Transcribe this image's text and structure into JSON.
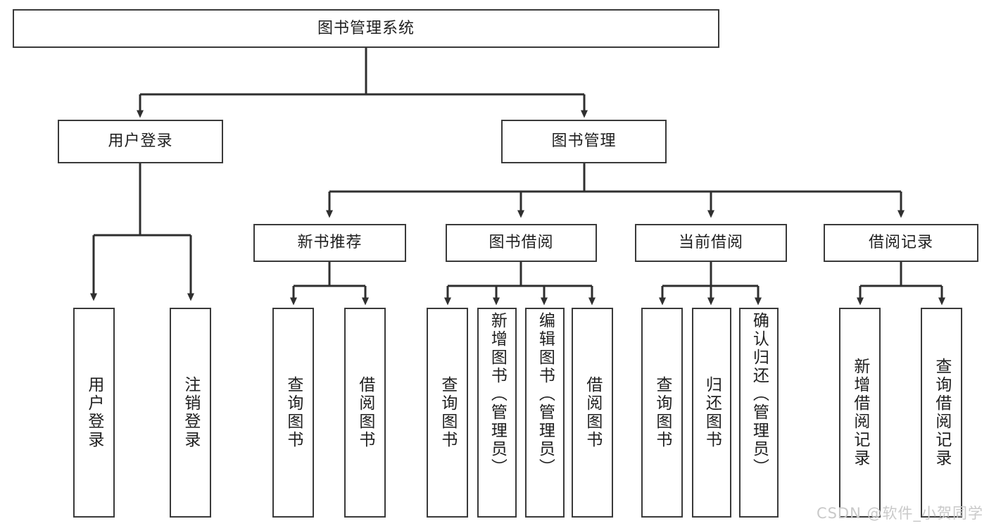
{
  "diagram": {
    "title": "图书管理系统",
    "type": "tree-hierarchy-chart",
    "root": {
      "label": "图书管理系统"
    },
    "level2": [
      {
        "label": "用户登录"
      },
      {
        "label": "图书管理"
      }
    ],
    "level3": [
      {
        "label": "新书推荐"
      },
      {
        "label": "图书借阅"
      },
      {
        "label": "当前借阅"
      },
      {
        "label": "借阅记录"
      }
    ],
    "leaves": [
      {
        "label": "用户登录"
      },
      {
        "label": "注销登录"
      },
      {
        "label": "查询图书"
      },
      {
        "label": "借阅图书"
      },
      {
        "label": "查询图书"
      },
      {
        "label": "新增图书（管理员）"
      },
      {
        "label": "编辑图书（管理员）"
      },
      {
        "label": "借阅图书"
      },
      {
        "label": "查询图书"
      },
      {
        "label": "归还图书"
      },
      {
        "label": "确认归还（管理员）"
      },
      {
        "label": "新增借阅记录"
      },
      {
        "label": "查询借阅记录"
      }
    ]
  },
  "watermark": {
    "text": "CSDN @软件_小贺同学"
  },
  "colors": {
    "stroke": "#3a3a3a",
    "background": "#ffffff",
    "text": "#1f1f1f",
    "watermark": "#c9c9c9"
  }
}
